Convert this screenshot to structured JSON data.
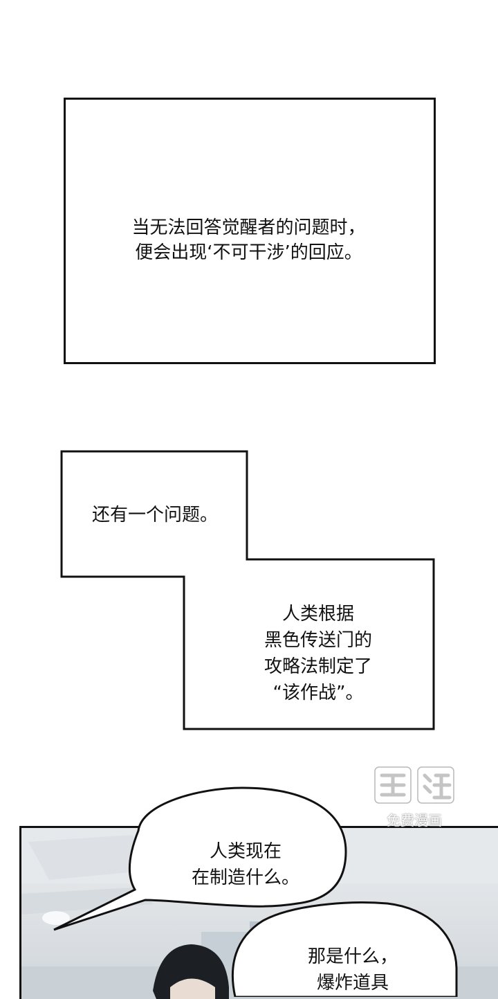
{
  "caption_box_1": {
    "lines": "当无法回答觉醒者的问题时，\n便会出现‘不可干涉’的回应。"
  },
  "caption_box_2": {
    "top_text": "还有一个问题。",
    "bottom_text": "人类根据\n黑色传送门的\n攻略法制定了\n“该作战”。"
  },
  "watermark": {
    "logo_text": "画涯",
    "sub_text": "免费漫画"
  },
  "speech_bubble_1": {
    "text": "人类现在\n在制造什么。"
  },
  "speech_bubble_2": {
    "text": "那是什么，\n爆炸道具"
  }
}
